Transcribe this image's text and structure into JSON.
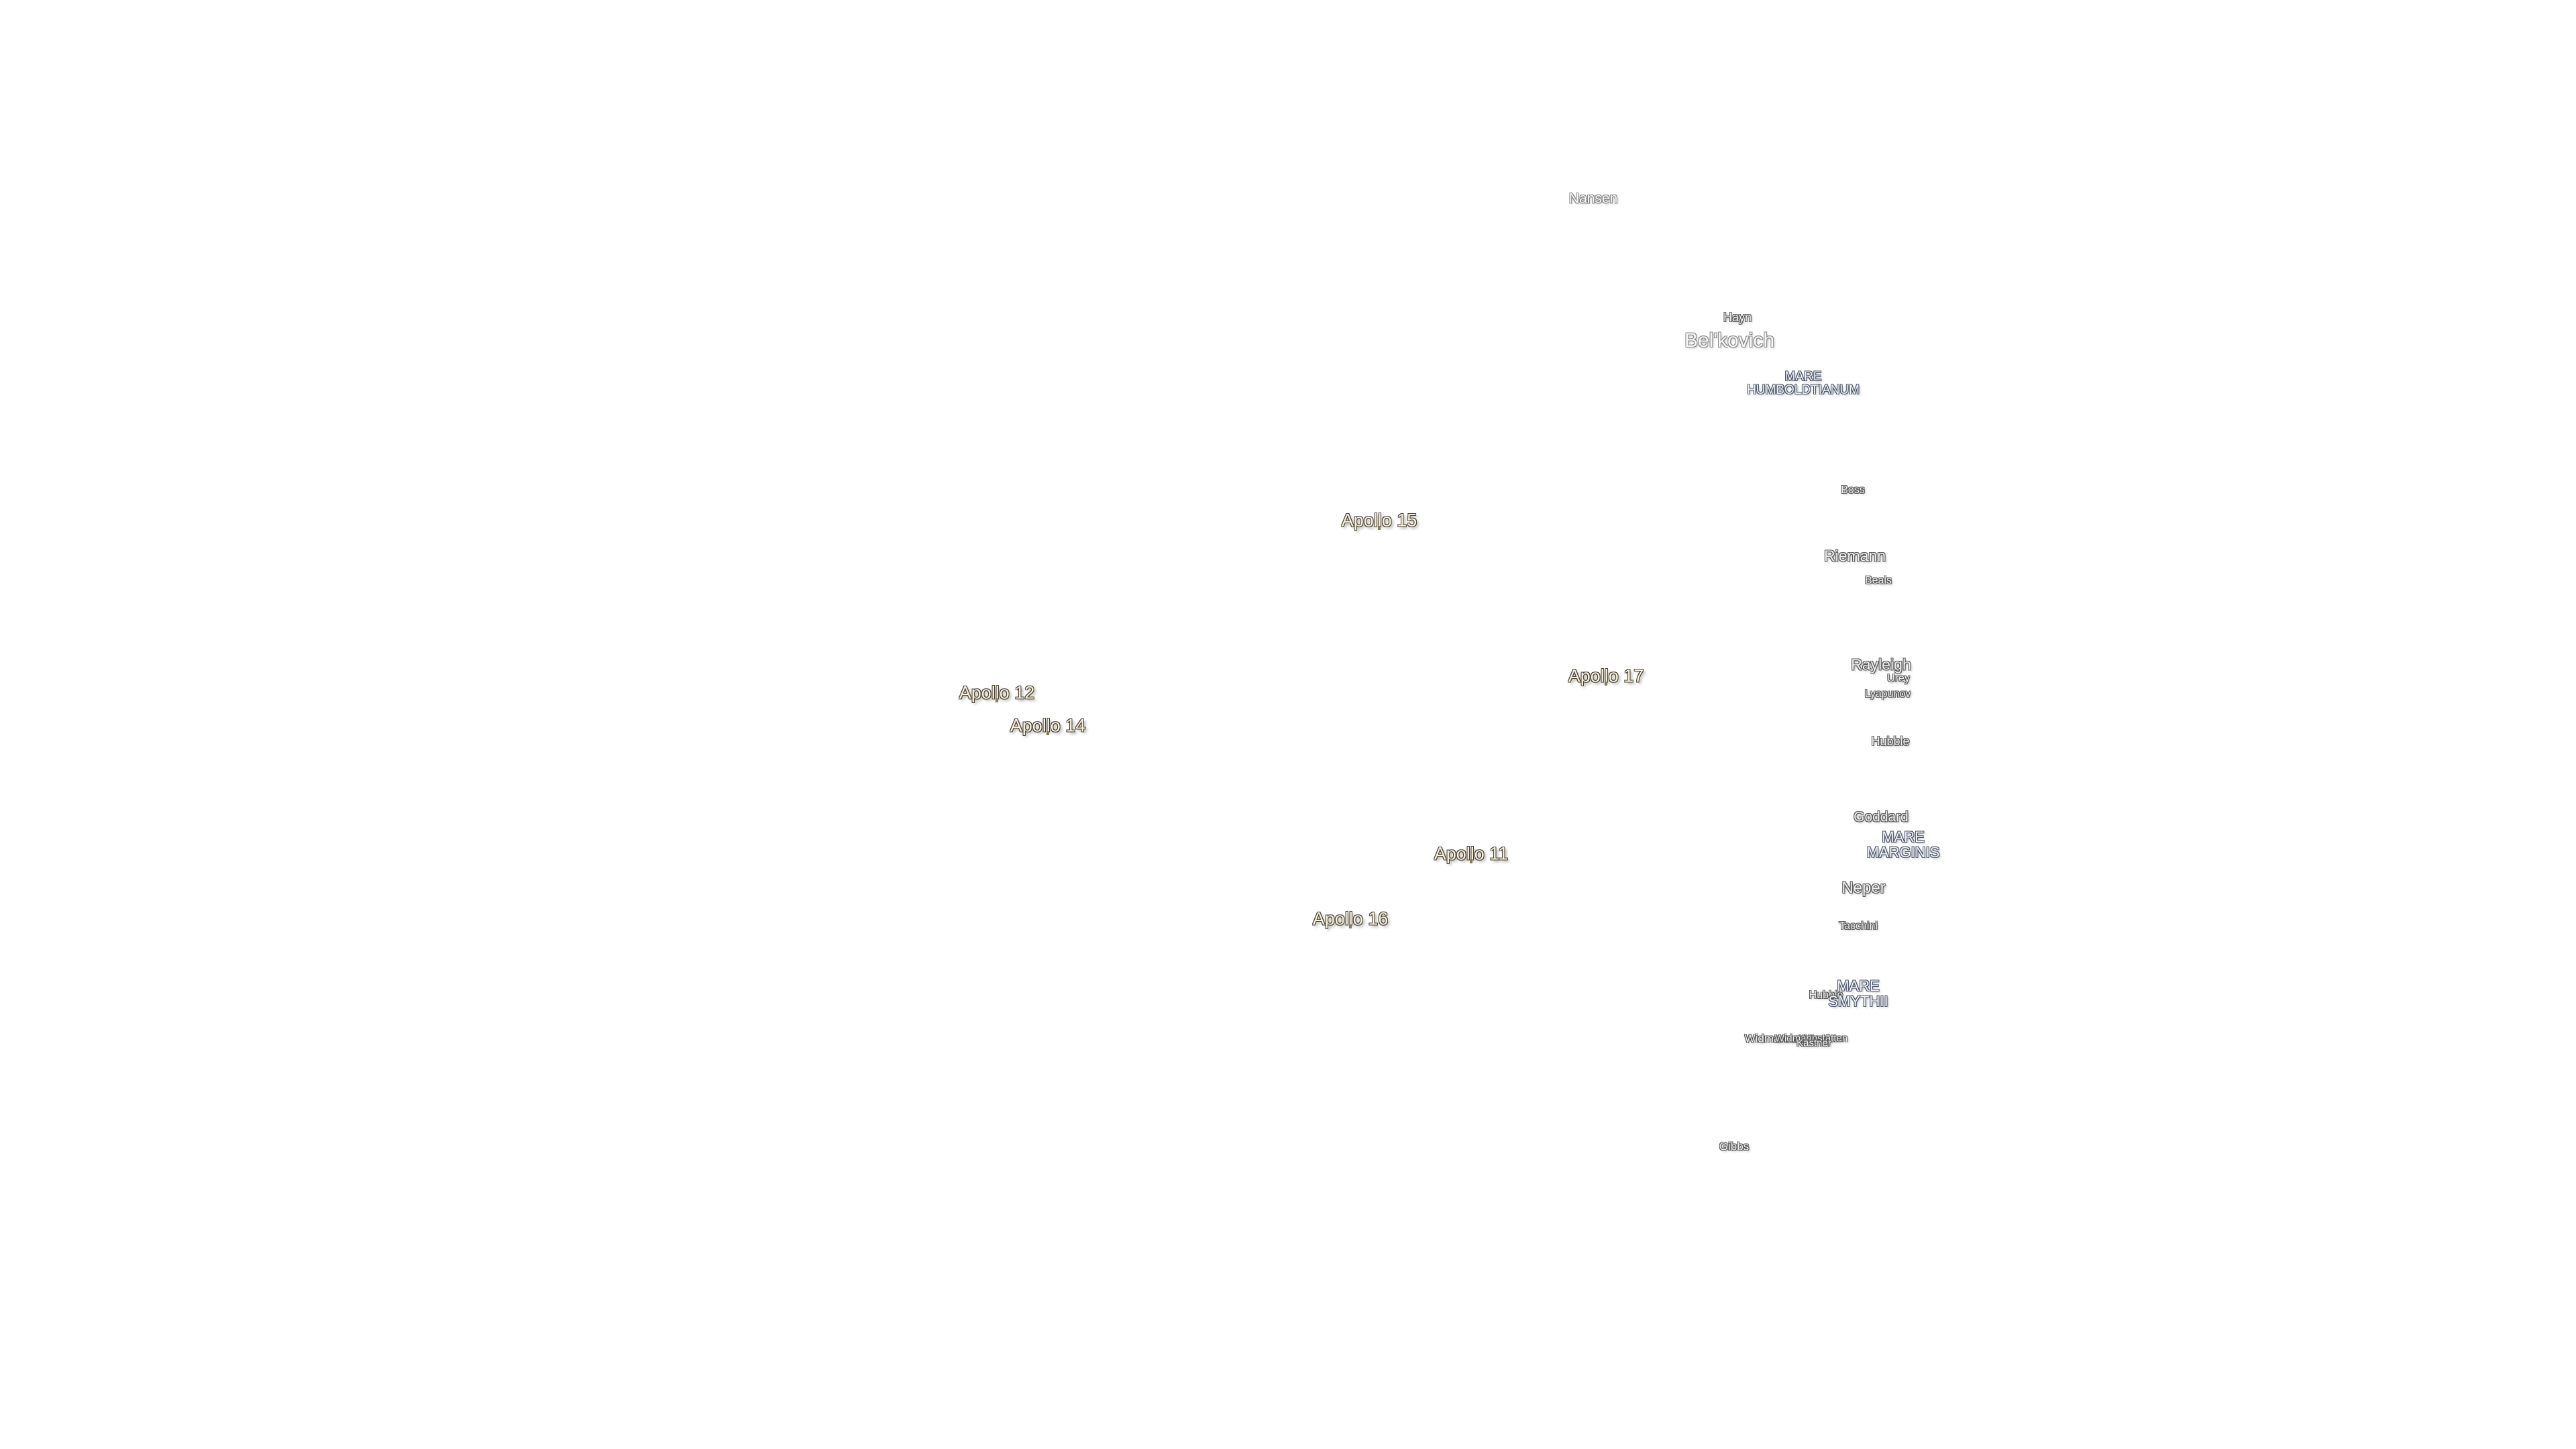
{
  "map": {
    "craters": [
      {
        "name": "Nansen",
        "style": "faint"
      },
      {
        "name": "Hayn",
        "style": "normal"
      },
      {
        "name": "Bel'kovich",
        "style": "faint"
      },
      {
        "name": "Boss",
        "style": "normal"
      },
      {
        "name": "Riemann",
        "style": "normal"
      },
      {
        "name": "Beals",
        "style": "normal"
      },
      {
        "name": "Rayleigh",
        "style": "normal"
      },
      {
        "name": "Urey",
        "style": "normal"
      },
      {
        "name": "Lyapunov",
        "style": "normal"
      },
      {
        "name": "Hubble",
        "style": "normal"
      },
      {
        "name": "Goddard",
        "style": "normal"
      },
      {
        "name": "Neper",
        "style": "normal"
      },
      {
        "name": "Tacchini",
        "style": "normal"
      },
      {
        "name": "Widmannstätten",
        "style": "normal"
      },
      {
        "name": "Gibbs",
        "style": "normal"
      }
    ],
    "overlapping_labels": [
      "Hubble",
      "Widmannstätten",
      "Kästner"
    ],
    "maria": [
      {
        "line1": "MARE",
        "line2": "HUMBOLDTIANUM"
      },
      {
        "line1": "MARE",
        "line2": "MARGINIS"
      },
      {
        "line1": "MARE",
        "line2": "SMYTHII"
      }
    ],
    "apollo_sites": [
      "Apollo 15",
      "Apollo 17",
      "Apollo 12",
      "Apollo 14",
      "Apollo 11",
      "Apollo 16"
    ],
    "colors": {
      "background": "#ffffff",
      "crater_outline": "#555555",
      "mare_outline": "#4b5468",
      "apollo_outline": "#4a4232"
    }
  }
}
